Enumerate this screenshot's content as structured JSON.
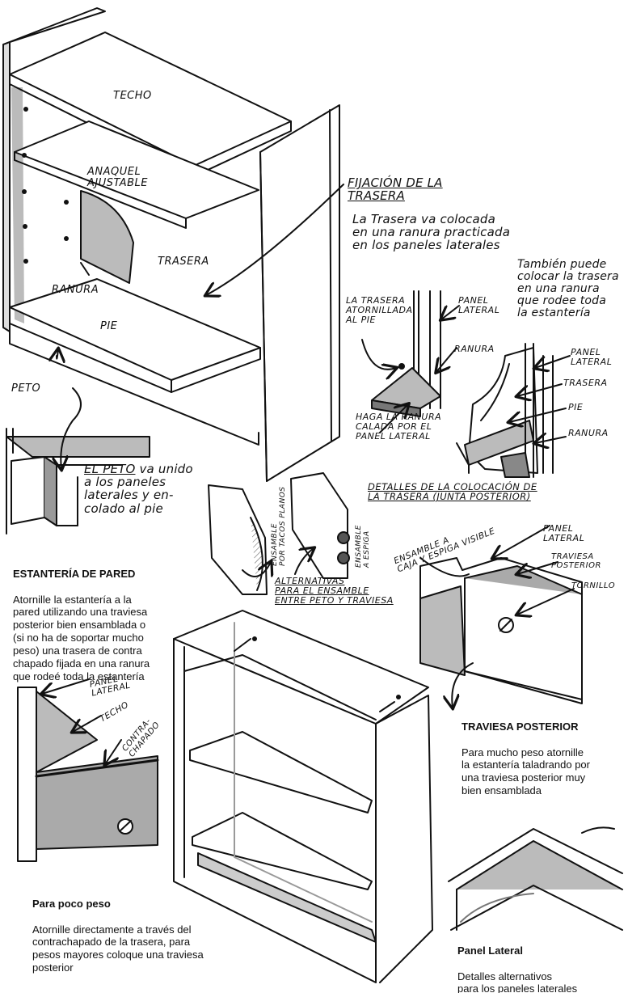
{
  "labels": {
    "techo": "TECHO",
    "anaquel": "ANAQUEL\nAJUSTABLE",
    "trasera": "TRASERA",
    "ranura": "RANURA",
    "pie": "PIE",
    "peto": "PETO",
    "fijacion_title": "FIJACIÓN DE LA\nTRASERA",
    "fijacion_body": "La Trasera va colocada\nen una ranura practicada\nen los paneles laterales",
    "tambien": "También puede\ncolocar la trasera\nen una ranura\nque rodee toda\nla estantería",
    "atornillada": "LA TRASERA\nATORNILLADA\nAL PIE",
    "panel_lateral_a": "PANEL\nLATERAL",
    "ranura_b": "RANURA",
    "haga": "HAGA LA RANURA\nCALADA POR EL\nPANEL LATERAL",
    "panel_lateral_c": "PANEL\nLATERAL",
    "trasera_c": "TRASERA",
    "pie_c": "PIE",
    "ranura_c": "RANURA",
    "detalles": "DETALLES DE LA COLOCACIÓN DE\nLA TRASERA  (JUNTA POSTERIOR)",
    "peto_note_1": "EL PETO",
    "peto_note_2": " va unido\na los paneles\nlaterales y en-\ncolado al pie",
    "ensamble_planos": "ENSAMBLE\nPOR TACOS PLANOS",
    "ensamble_espiga": "ENSAMBLE\nA ESPIGA",
    "alternativas": "ALTERNATIVAS\nPARA EL ENSAMBLE\nENTRE PETO Y TRAVIESA",
    "caja_espiga": "ENSAMBLE A\nCAJA Y ESPIGA VISIBLE",
    "panel_lateral_d": "PANEL\nLATERAL",
    "traviesa_posterior": "TRAVIESA\nPOSTERIOR",
    "tornillo": "TORNILLO",
    "panel_lateral_e": "PANEL\nLATERAL",
    "techo_e": "TECHO",
    "contrachapado": "CONTRA-\nCHAPADO"
  },
  "captions": {
    "pared_title": "ESTANTERÍA DE PARED",
    "pared_body": "Atornille la estantería a la\npared utilizando una traviesa\nposterior bien ensamblada o\n(si no ha de soportar mucho\npeso) una trasera de contra\nchapado fijada en una ranura\nque rodeé toda la estantería",
    "traviesa_title": "TRAVIESA POSTERIOR",
    "traviesa_body": "Para mucho peso atornille\nla estantería taladrando por\nuna traviesa posterior muy\nbien ensamblada",
    "poco_title": "Para poco peso",
    "poco_body": "Atornille directamente a través del\ncontrachapado de la trasera, para\npesos mayores coloque una traviesa\nposterior",
    "lateral_title": "Panel Lateral",
    "lateral_body": "Detalles alternativos\npara los paneles laterales"
  },
  "colors": {
    "ink": "#111111",
    "shade": "#9a9a9a",
    "paper": "#ffffff"
  }
}
